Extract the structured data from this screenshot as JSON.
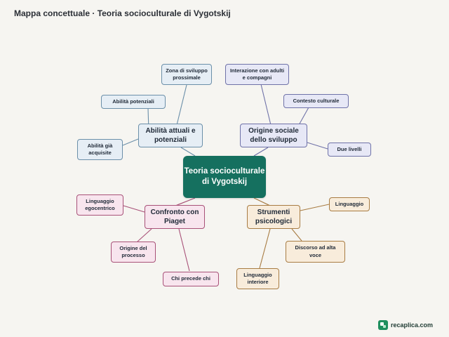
{
  "title": "Mappa concettuale · Teoria socioculturale di Vygotskij",
  "center": {
    "text": "Teoria socioculturale di Vygotskij"
  },
  "branches": {
    "abilita": {
      "label": "Abilità attuali e potenziali",
      "children": [
        "Zona di sviluppo prossimale",
        "Abilità potenziali",
        "Abilità già acquisite"
      ]
    },
    "origine": {
      "label": "Origine sociale dello sviluppo",
      "children": [
        "Interazione con adulti e compagni",
        "Contesto culturale",
        "Due livelli"
      ]
    },
    "confronto": {
      "label": "Confronto con Piaget",
      "children": [
        "Linguaggio egocentrico",
        "Origine del processo",
        "Chi precede chi"
      ]
    },
    "strumenti": {
      "label": "Strumenti psicologici",
      "children": [
        "Linguaggio",
        "Discorso ad alta voce",
        "Linguaggio interiore"
      ]
    }
  },
  "colors": {
    "center": "#15705f",
    "abilita": "#6b8fa9",
    "origine": "#6f72a8",
    "confronto": "#a85178",
    "strumenti": "#a87c43"
  },
  "branding": {
    "logo_icon": "recaplica-logo-icon",
    "text": "recaplica.com"
  }
}
